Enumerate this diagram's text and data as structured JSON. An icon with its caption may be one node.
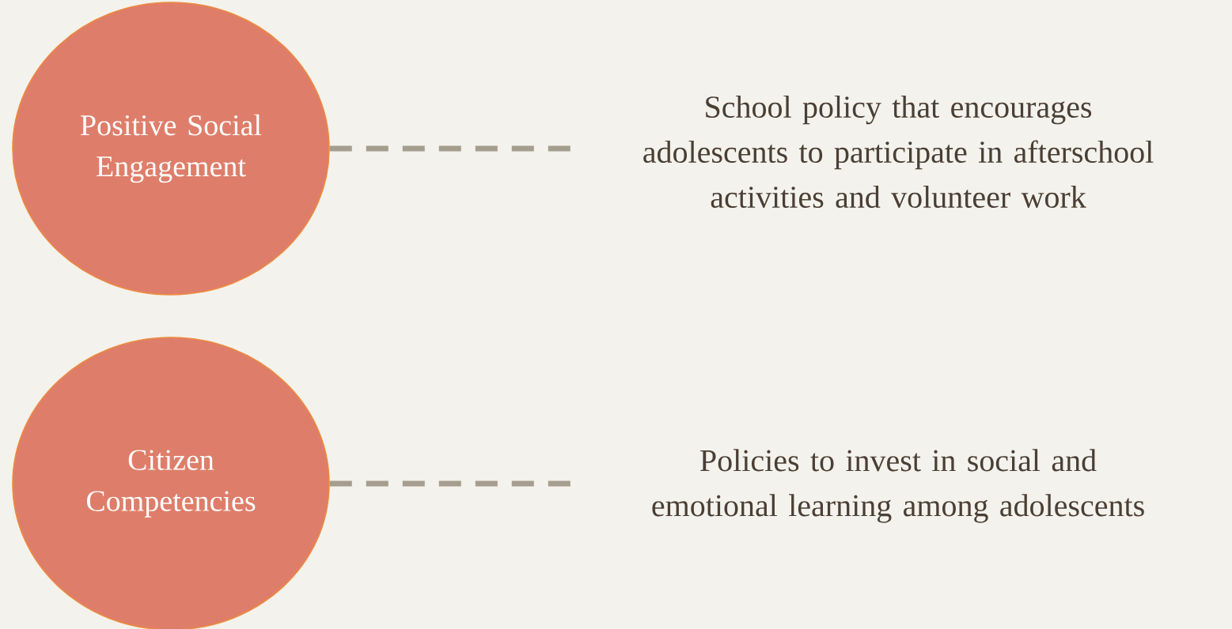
{
  "diagram": {
    "nodes": [
      {
        "text": [
          "Positive Social Engagement"
        ]
      },
      {
        "text": [
          "School policy that encourages adolescents to participate in afterschool activities and volunteer work"
        ]
      },
      {
        "text": [
          "Citizen Competencies"
        ]
      },
      {
        "text": [
          "Policies to invest in social and emotional learning among adolescents"
        ]
      }
    ],
    "edges": [
      {
        "from": 0,
        "to": 1,
        "arrow": "none",
        "style": "dashed"
      },
      {
        "from": 2,
        "to": 3,
        "arrow": "none",
        "style": "dashed"
      }
    ]
  }
}
